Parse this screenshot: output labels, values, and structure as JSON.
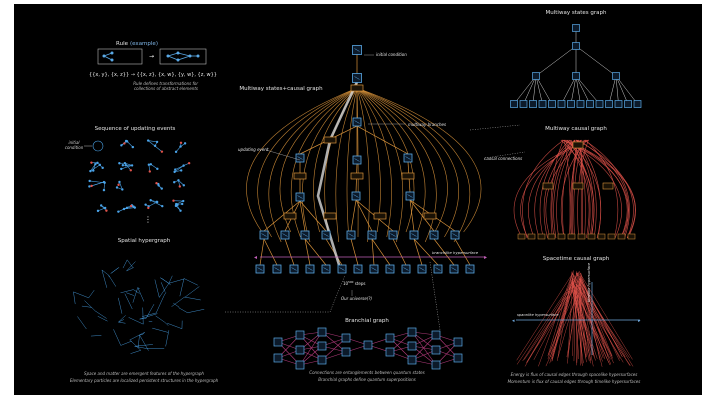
{
  "rule": {
    "title": "Rule",
    "title_note": "(example)",
    "formula": "{{x, y}, {x, z}} → {{x, z}, {x, w}, {y, w}, {z, w}}",
    "caption_1": "Rule defines transformations for",
    "caption_2": "collections of abstract elements"
  },
  "sequence": {
    "title": "Sequence of updating events",
    "initial_label_1": "initial",
    "initial_label_2": "condition",
    "ellipsis": "⋮"
  },
  "hypergraph": {
    "title": "Spatial hypergraph",
    "caption_1": "Space and matter are emergent features of the hypergraph",
    "caption_2": "Elementary particles are localized persistent structures in the hypergraph"
  },
  "multiway": {
    "title": "Multiway states+causal graph",
    "initial_condition": "initial condition",
    "multiway_branches": "multiway branches",
    "updating_event": "updating event",
    "branchlike_hypersurface": "branchlike hypersurface",
    "steps": "10",
    "steps_exp": "500",
    "steps_suffix": " steps",
    "our_universe": "Our universe(?)"
  },
  "branchial": {
    "title": "Branchial graph",
    "caption_1": "Connections are entanglements between quantum states",
    "caption_2": "Branchial graphs define quantum superpositions"
  },
  "right": {
    "states_title": "Multiway states graph",
    "causal_title": "Multiway causal graph",
    "causal_connections": "causal connections",
    "spacetime_title": "Spacetime causal graph",
    "spacelike_hypersurface": "spacelike hypersurface",
    "timelike_hypersurface": "timelike hypersurface",
    "caption_1": "Energy is flux of causal edges through spacelike hypersurfaces",
    "caption_2": "Momentum is flux of causal edges through timelike hypersurfaces"
  },
  "colors": {
    "background": "#000000",
    "frame": "#ffffff",
    "state_box": "#5aa9e6",
    "causal_edge": "#d8923a",
    "causal_red": "#e0524a",
    "hypergraph": "#4aa3e8",
    "branchial_edge": "#b03a7a",
    "text": "#e6e6e6",
    "caption": "#bdbdbd"
  }
}
